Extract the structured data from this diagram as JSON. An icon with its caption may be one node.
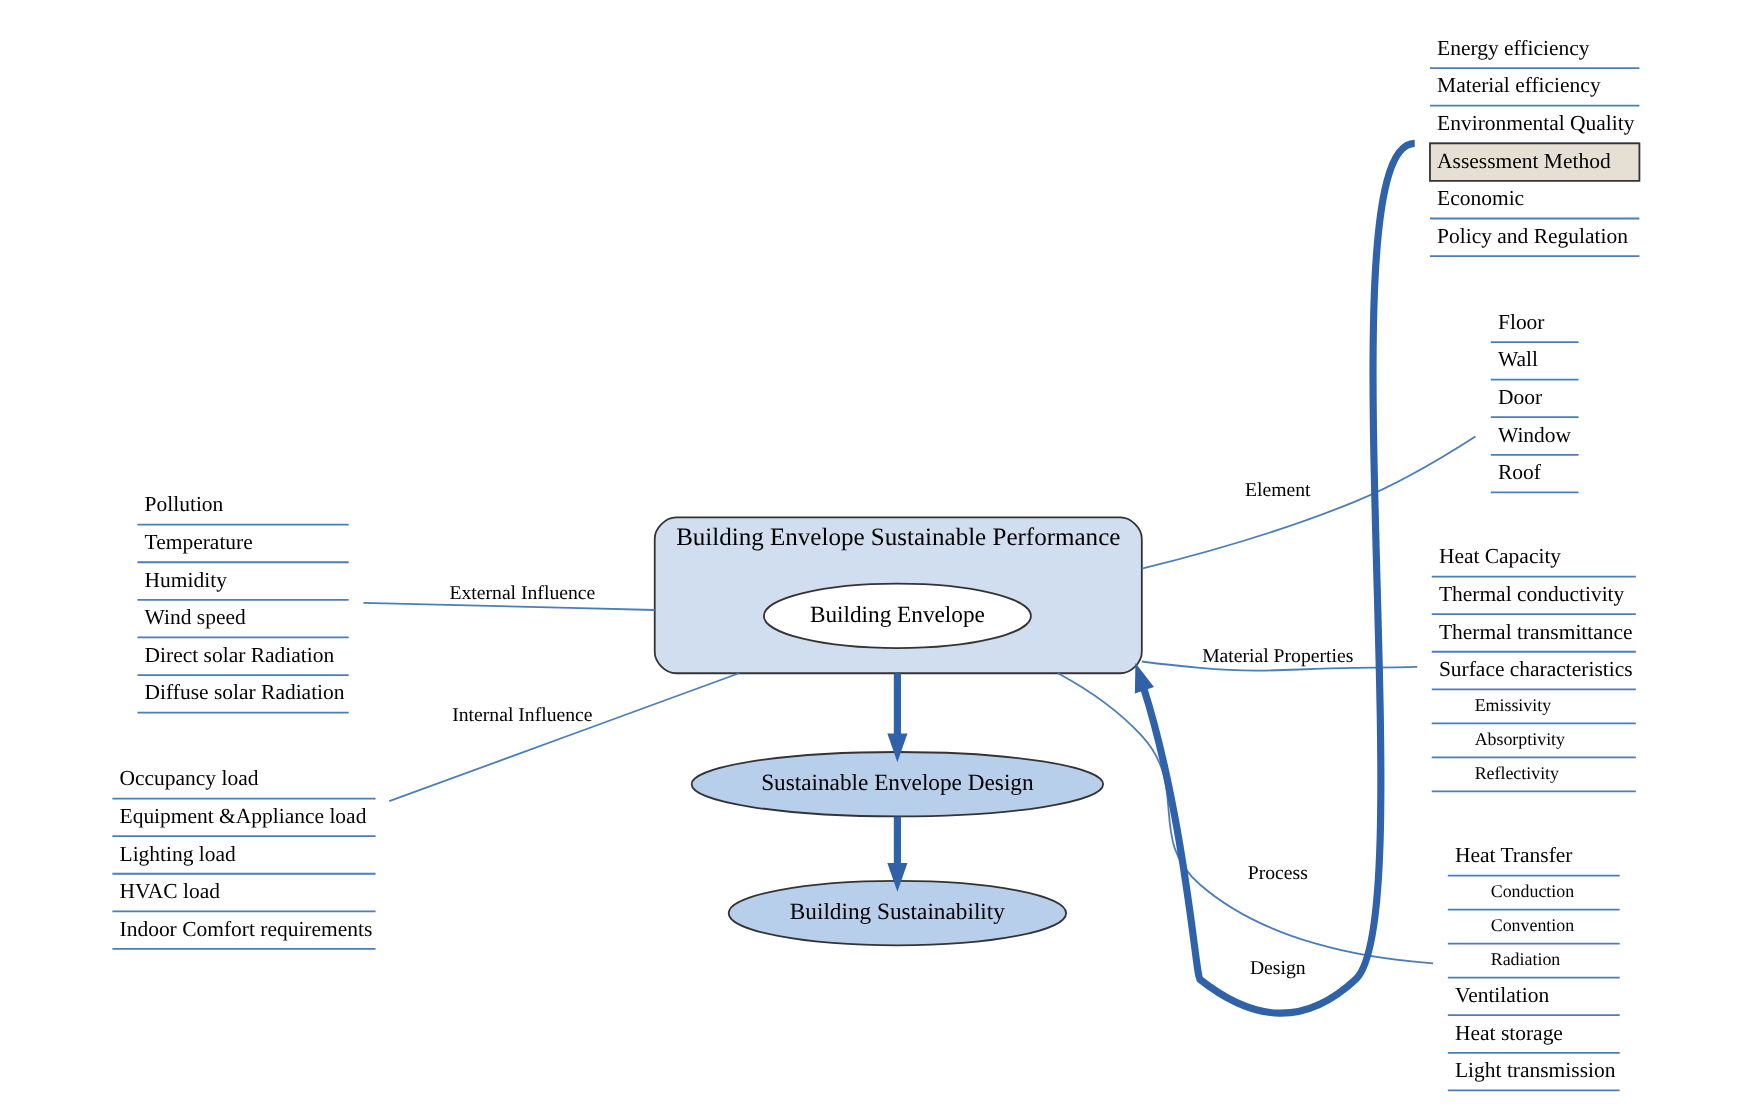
{
  "diagram": {
    "nodes": [
      {
        "text": [
          "Building Envelope Sustainable Performance"
        ]
      },
      {
        "text": [
          "Building Envelope"
        ],
        "in": 0
      },
      {
        "text": [
          "Pollution",
          "Temperature",
          "Humidity",
          "Wind speed",
          "Direct solar Radiation",
          "Diffuse solar Radiation"
        ]
      },
      {
        "text": [
          "Occupancy load",
          "Equipment &Appliance load",
          "Lighting load",
          "HVAC load",
          "Indoor Comfort requirements"
        ]
      },
      {
        "text": [
          "Energy efficiency",
          "Material efficiency",
          "Environmental Quality",
          "Assessment Method",
          "Economic",
          "Policy and Regulation"
        ]
      },
      {
        "text": [
          "Floor",
          "Wall",
          "Door",
          "Window",
          "Roof"
        ]
      },
      {
        "text": [
          "Heat Capacity",
          "Thermal conductivity",
          "Thermal transmittance",
          "Surface characteristics",
          "Emissivity",
          "Absorptivity",
          "Reflectivity"
        ]
      },
      {
        "text": [
          "Heat Transfer",
          "Conduction",
          "Convention",
          "Radiation",
          "Ventilation",
          "Heat storage",
          "Light transmission"
        ]
      },
      {
        "text": [
          "Sustainable Envelope Design"
        ]
      },
      {
        "text": [
          "Building Sustainability"
        ]
      }
    ],
    "edges": [
      {
        "from": 2,
        "to": 0,
        "arrow": "none",
        "label": "External Influence"
      },
      {
        "from": 3,
        "to": 0,
        "arrow": "none",
        "label": "Internal Influence"
      },
      {
        "from": 4,
        "to": 0,
        "arrow": "to",
        "label": "Design",
        "style": "thick"
      },
      {
        "from": 0,
        "to": 5,
        "arrow": "none",
        "label": "Element"
      },
      {
        "from": 0,
        "to": 6,
        "arrow": "none",
        "label": "Material Properties"
      },
      {
        "from": 0,
        "to": 7,
        "arrow": "none",
        "label": "Process"
      },
      {
        "from": 0,
        "to": 8,
        "arrow": "to",
        "style": "thick"
      },
      {
        "from": 8,
        "to": 9,
        "arrow": "to",
        "style": "thick"
      }
    ]
  }
}
